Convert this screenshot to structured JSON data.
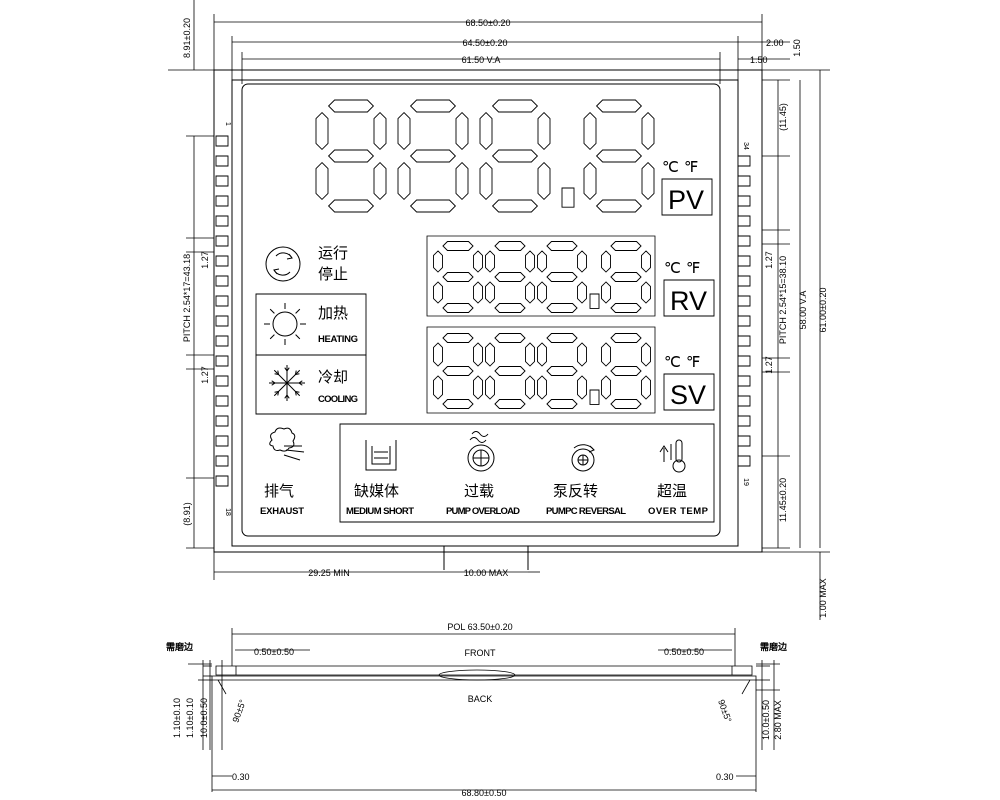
{
  "dimensions": {
    "top_overall": "68.50±0.20",
    "top_inner": "64.50±0.20",
    "top_va": "61.50 V.A",
    "right_2": "2.00",
    "right_15a": "1.50",
    "right_15b": "1.50",
    "left_top_offset": "8.91±0.20",
    "left_pitch": "PITCH 2.54*17=43.18",
    "left_127a": "1.27",
    "left_127b": "1.27",
    "left_891": "(8.91)",
    "right_1145_top": "(11.45)",
    "right_pitch": "PITCH 2.54*15=38.10",
    "right_127a": "1.27",
    "right_127b": "1.27",
    "right_1145_bot": "11.45±0.20",
    "right_58": "58.00 V.A",
    "right_61": "61.00±0.20",
    "right_1max": "1.00 MAX",
    "bottom_2925": "29.25 MIN",
    "bottom_10max": "10.00 MAX",
    "pin_1": "1",
    "pin_18": "18",
    "pin_34": "34",
    "pin_19": "19"
  },
  "display": {
    "unit_c": "℃",
    "unit_f": "℉",
    "pv": "PV",
    "rv": "RV",
    "sv": "SV",
    "run_stop_l1": "运行",
    "run_stop_l2": "停止",
    "heating_cn": "加热",
    "heating_en": "HEATING",
    "cooling_cn": "冷却",
    "cooling_en": "COOLING",
    "exhaust_cn": "排气",
    "exhaust_en": "EXHAUST",
    "medium_cn": "缺媒体",
    "medium_en": "MEDIUM SHORT",
    "overload_cn": "过载",
    "overload_en": "PUMP OVERLOAD",
    "reversal_cn": "泵反转",
    "reversal_en": "PUMPC REVERSAL",
    "overtemp_cn": "超温",
    "overtemp_en": "OVER TEMP"
  },
  "side_view": {
    "pol": "POL 63.50±0.20",
    "front": "FRONT",
    "back": "BACK",
    "grind_left": "需磨边",
    "grind_right": "需磨边",
    "gap_left": "0.50±0.50",
    "gap_right": "0.50±0.50",
    "left_110": "1.10±0.10",
    "left_110b": "1.10±0.10",
    "left_100": "10.0±0.50",
    "right_100": "10.0±0.50",
    "right_280": "2.80 MAX",
    "angle_left": "90±5°",
    "angle_right": "90±5°",
    "edge_left": "0.30",
    "edge_right": "0.30",
    "overall": "68.80±0.50"
  }
}
